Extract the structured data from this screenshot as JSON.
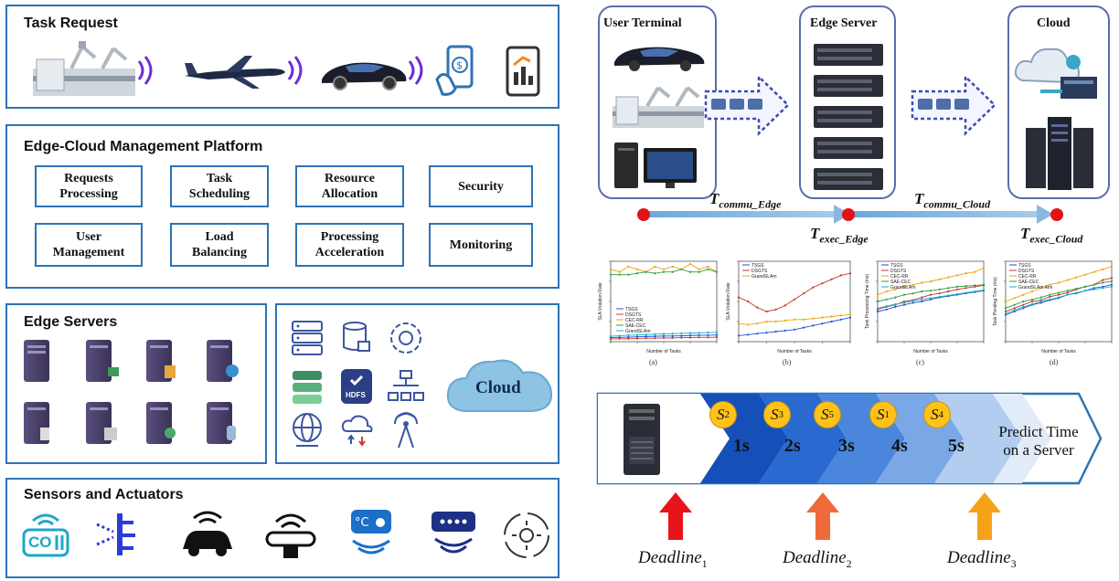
{
  "task_request": {
    "title": "Task Request"
  },
  "platform": {
    "title": "Edge-Cloud Management Platform",
    "modules": [
      "Requests\nProcessing",
      "Task\nScheduling",
      "Resource\nAllocation",
      "Security",
      "User\nManagement",
      "Load\nBalancing",
      "Processing\nAcceleration",
      "Monitoring"
    ]
  },
  "edge_servers": {
    "title": "Edge Servers"
  },
  "cloud_services": {
    "cloud_label": "Cloud",
    "hdfs_label": "HDFS"
  },
  "sensors": {
    "title": "Sensors and Actuators",
    "co2_label": "CO"
  },
  "architecture": {
    "user_terminal": "User Terminal",
    "edge_server": "Edge Server",
    "cloud": "Cloud",
    "t_commu_edge": {
      "main": "T",
      "sub": "commu_Edge"
    },
    "t_exec_edge": {
      "main": "T",
      "sub": "exec_Edge"
    },
    "t_commu_cloud": {
      "main": "T",
      "sub": "commu_Cloud"
    },
    "t_exec_cloud": {
      "main": "T",
      "sub": "exec_Cloud"
    }
  },
  "chart_data": [
    {
      "type": "line",
      "caption": "(a)",
      "xlabel": "Number of Tasks",
      "ylabel": "SLA Violation Rate",
      "x": [
        100,
        200,
        300,
        400,
        500,
        600,
        700,
        800,
        900,
        1000,
        1100,
        1200,
        1300
      ],
      "ylim": [
        0,
        30
      ],
      "series": [
        {
          "name": "TSGS",
          "color": "#1f4fd8",
          "values": [
            1.5,
            1.6,
            1.7,
            1.8,
            1.9,
            2.0,
            2.1,
            2.1,
            2.2,
            2.3,
            2.4,
            2.4,
            2.5
          ]
        },
        {
          "name": "DSGTS",
          "color": "#c0392b",
          "values": [
            1.0,
            1.1,
            1.1,
            1.2,
            1.3,
            1.3,
            1.4,
            1.4,
            1.5,
            1.5,
            1.6,
            1.6,
            1.7
          ]
        },
        {
          "name": "CEC-RR",
          "color": "#f0a30a",
          "values": [
            27,
            26,
            28,
            27,
            26,
            28,
            27,
            28,
            27,
            29,
            27,
            28,
            26
          ]
        },
        {
          "name": "SAE-CEC",
          "color": "#2e9e3e",
          "values": [
            25,
            25,
            25,
            25.5,
            26,
            25.5,
            26,
            26,
            27,
            26,
            26,
            27,
            26
          ]
        },
        {
          "name": "GrandSLAm",
          "color": "#17b3c8",
          "values": [
            2.0,
            2.2,
            2.4,
            2.5,
            2.6,
            2.8,
            2.9,
            3.0,
            3.1,
            3.2,
            3.3,
            3.4,
            3.5
          ]
        }
      ]
    },
    {
      "type": "line",
      "caption": "(b)",
      "xlabel": "Number of Tasks",
      "ylabel": "SLA Violation Rate",
      "x": [
        100,
        200,
        300,
        400,
        500,
        600,
        700,
        800,
        900,
        1000,
        1100,
        1200,
        1300
      ],
      "ylim": [
        0,
        4.0
      ],
      "series": [
        {
          "name": "TSGS",
          "color": "#1f4fd8",
          "values": [
            0.3,
            0.35,
            0.4,
            0.45,
            0.5,
            0.55,
            0.6,
            0.7,
            0.8,
            0.9,
            1.0,
            1.1,
            1.2
          ]
        },
        {
          "name": "DSGTS",
          "color": "#c0392b",
          "values": [
            2.2,
            2.0,
            1.7,
            1.5,
            1.6,
            1.8,
            2.1,
            2.4,
            2.7,
            2.9,
            3.1,
            3.3,
            3.4
          ]
        },
        {
          "name": "GrandSLAm",
          "color": "#f0a30a",
          "values": [
            0.9,
            0.85,
            0.9,
            1.0,
            1.0,
            1.05,
            1.1,
            1.1,
            1.15,
            1.2,
            1.25,
            1.3,
            1.35
          ]
        }
      ]
    },
    {
      "type": "line",
      "caption": "(c)",
      "xlabel": "Number of Tasks",
      "ylabel": "Task Processing Time (ms)",
      "x": [
        100,
        200,
        300,
        400,
        500,
        600,
        700,
        800,
        900,
        1000,
        1100,
        1200,
        1300
      ],
      "ylim": [
        0,
        120
      ],
      "series": [
        {
          "name": "TSGS",
          "color": "#1f4fd8",
          "values": [
            45,
            48,
            52,
            55,
            58,
            60,
            63,
            66,
            68,
            70,
            72,
            74,
            76
          ]
        },
        {
          "name": "DSGTS",
          "color": "#c0392b",
          "values": [
            48,
            52,
            55,
            60,
            62,
            66,
            70,
            72,
            75,
            78,
            80,
            82,
            84
          ]
        },
        {
          "name": "CEC-RR",
          "color": "#f0a30a",
          "values": [
            70,
            75,
            78,
            82,
            85,
            88,
            90,
            93,
            96,
            99,
            102,
            104,
            110
          ]
        },
        {
          "name": "SAE-CEC",
          "color": "#2e9e3e",
          "values": [
            60,
            63,
            66,
            70,
            72,
            75,
            76,
            78,
            80,
            82,
            83,
            84,
            85
          ]
        },
        {
          "name": "GrandSLAm",
          "color": "#17b3c8",
          "values": [
            50,
            53,
            56,
            58,
            61,
            63,
            65,
            67,
            69,
            71,
            73,
            75,
            77
          ]
        }
      ]
    },
    {
      "type": "line",
      "caption": "(d)",
      "xlabel": "Number of Tasks",
      "ylabel": "Task Pending Time (ms)",
      "x": [
        100,
        200,
        300,
        400,
        500,
        600,
        700,
        800,
        900,
        1000,
        1100,
        1200,
        1300
      ],
      "ylim": [
        0,
        120
      ],
      "series": [
        {
          "name": "TSGS",
          "color": "#1f4fd8",
          "values": [
            40,
            45,
            50,
            55,
            58,
            62,
            65,
            70,
            72,
            76,
            80,
            82,
            85
          ]
        },
        {
          "name": "DSGTS",
          "color": "#c0392b",
          "values": [
            45,
            50,
            55,
            60,
            62,
            67,
            70,
            73,
            78,
            82,
            85,
            92,
            95
          ]
        },
        {
          "name": "CEC-RR",
          "color": "#f0a30a",
          "values": [
            60,
            65,
            70,
            75,
            80,
            85,
            88,
            92,
            96,
            100,
            104,
            108,
            112
          ]
        },
        {
          "name": "SAE-CEC",
          "color": "#2e9e3e",
          "values": [
            50,
            55,
            60,
            63,
            66,
            70,
            73,
            76,
            79,
            82,
            85,
            88,
            90
          ]
        },
        {
          "name": "GrandSLAm Aim",
          "color": "#17b3c8",
          "values": [
            42,
            47,
            52,
            56,
            60,
            63,
            66,
            70,
            73,
            76,
            78,
            80,
            82
          ]
        }
      ]
    }
  ],
  "scheduling": {
    "steps": [
      {
        "s": "S",
        "sub": "2",
        "t": "1s"
      },
      {
        "s": "S",
        "sub": "3",
        "t": "2s"
      },
      {
        "s": "S",
        "sub": "5",
        "t": "3s"
      },
      {
        "s": "S",
        "sub": "1",
        "t": "4s"
      },
      {
        "s": "S",
        "sub": "4",
        "t": "5s"
      }
    ],
    "predict_text": "Predict Time\non a Server",
    "deadlines": [
      {
        "label": "Deadline",
        "sub": "1",
        "color": "#e8141b"
      },
      {
        "label": "Deadline",
        "sub": "2",
        "color": "#ee6a3a"
      },
      {
        "label": "Deadline",
        "sub": "3",
        "color": "#f5a219"
      }
    ]
  }
}
